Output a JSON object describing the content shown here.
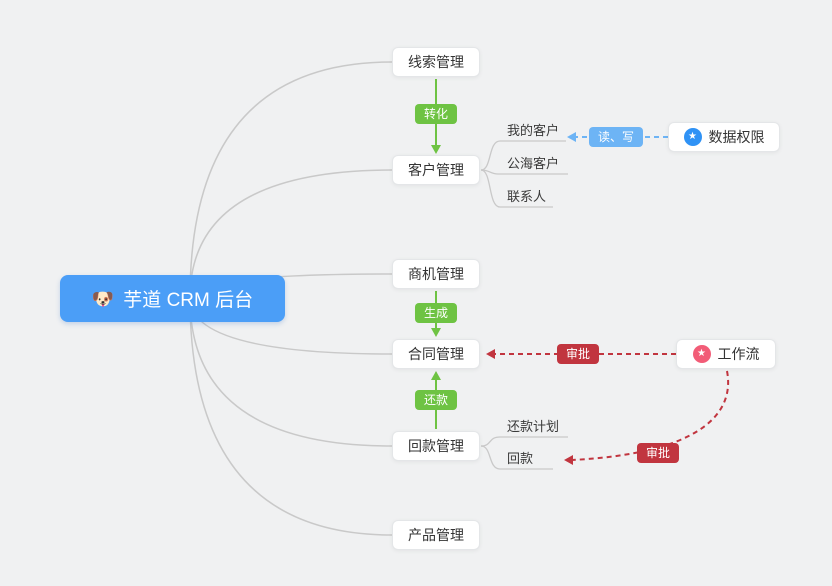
{
  "root": {
    "label": "芋道 CRM 后台",
    "icon": "🐶"
  },
  "branches": [
    {
      "label": "线索管理"
    },
    {
      "label": "客户管理"
    },
    {
      "label": "商机管理"
    },
    {
      "label": "合同管理"
    },
    {
      "label": "回款管理"
    },
    {
      "label": "产品管理"
    }
  ],
  "customer_children": [
    {
      "label": "我的客户"
    },
    {
      "label": "公海客户"
    },
    {
      "label": "联系人"
    }
  ],
  "receivable_children": [
    {
      "label": "还款计划"
    },
    {
      "label": "回款"
    }
  ],
  "badges": {
    "convert": "转化",
    "generate": "生成",
    "repay": "还款",
    "read_write": "读、写",
    "approve_contract": "审批",
    "approve_receivable": "审批"
  },
  "side_nodes": {
    "data_permission": {
      "label": "数据权限",
      "icon_glyph": "★"
    },
    "workflow": {
      "label": "工作流",
      "icon_glyph": "★"
    }
  },
  "colors": {
    "background": "#f0f1f2",
    "root_bg": "#4b9ef7",
    "green": "#6ec343",
    "blue_badge": "#6db4f5",
    "red": "#c1353f",
    "star_blue": "#2f92f5",
    "star_pink": "#f25c77",
    "connector_gray": "#c9c9c9"
  }
}
